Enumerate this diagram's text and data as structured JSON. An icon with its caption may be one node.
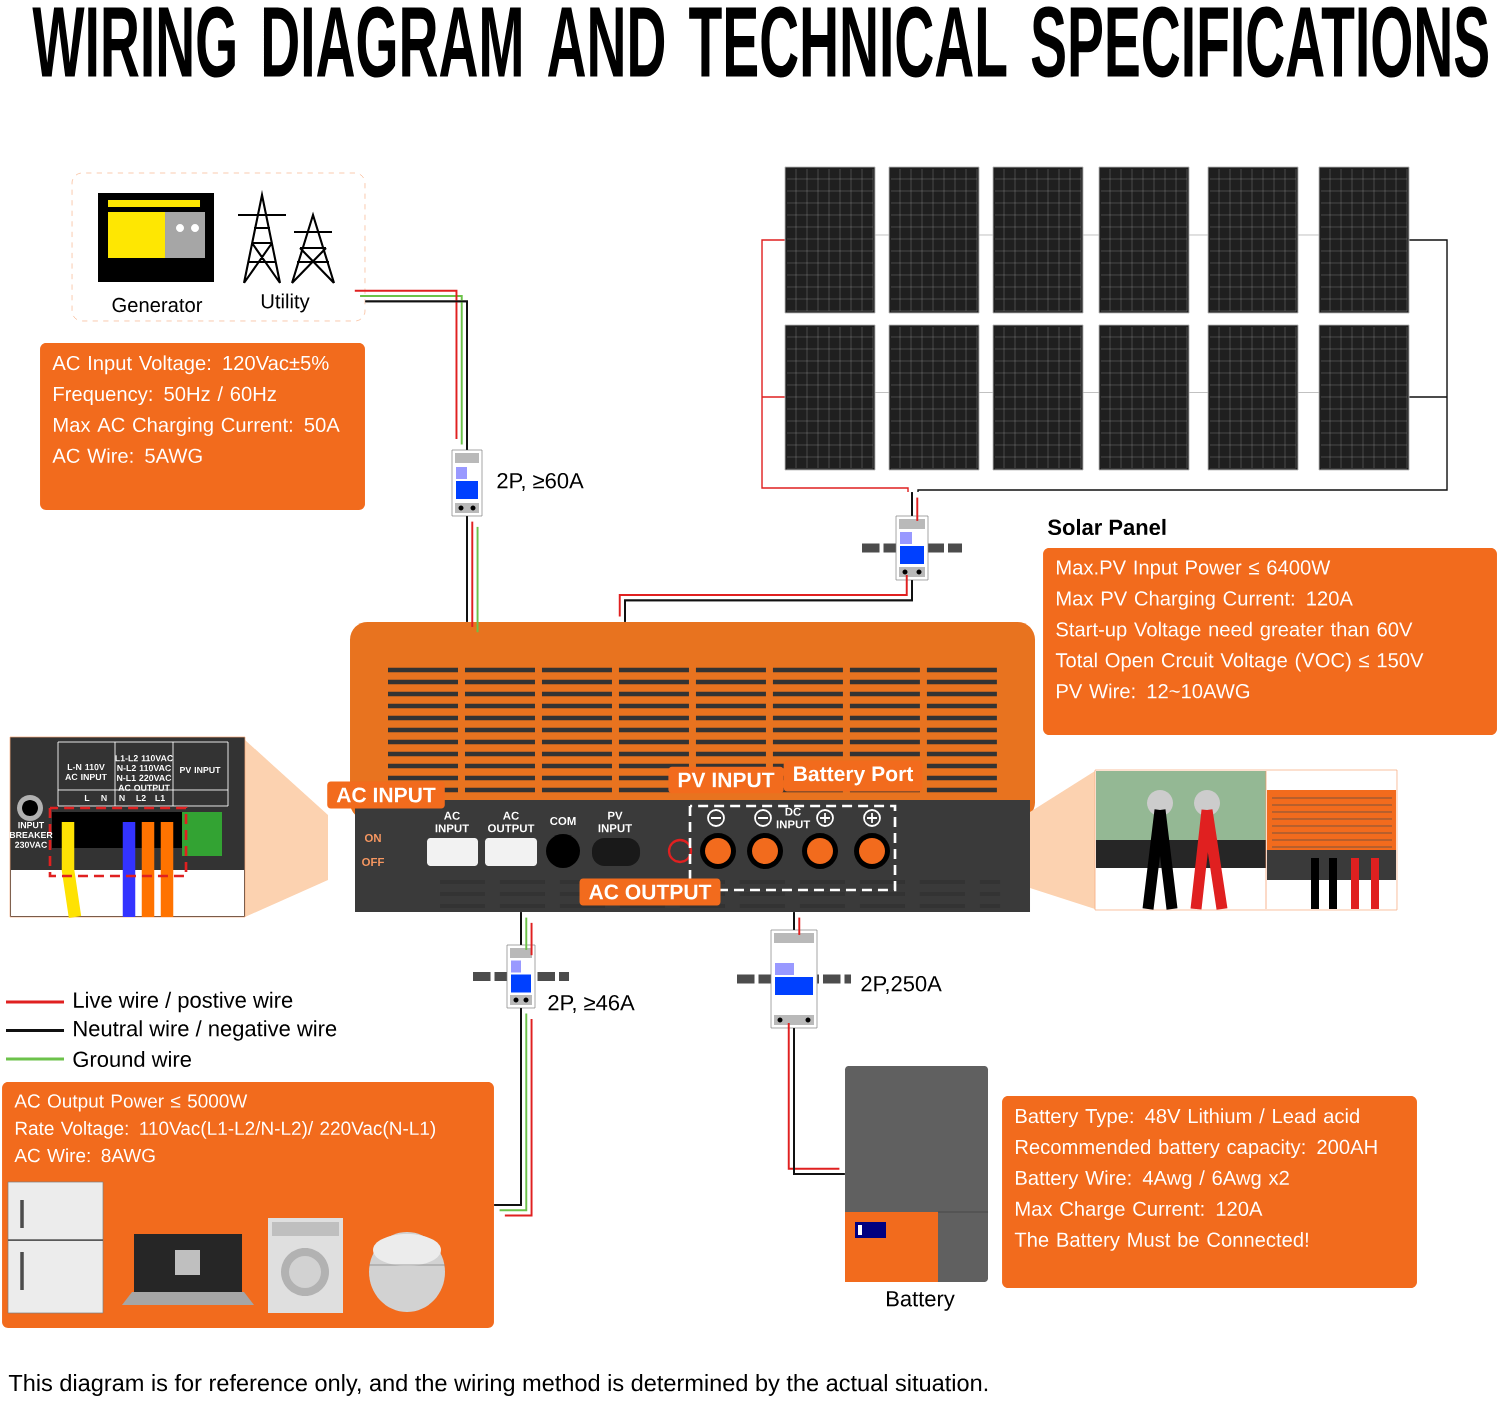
{
  "diagram": {
    "title": "WIRING DIAGRAM AND TECHNICAL SPECIFICATIONS",
    "caption": "This diagram is for reference only, and the wiring method is determined by the actual situation.",
    "nodes": [
      {
        "text": [
          "Generator",
          "Utility"
        ]
      },
      {
        "text": [
          "AC Input Voltage: 120Vac±5%",
          "Frequency: 50Hz / 60Hz",
          "Max AC Charging Current: 50A",
          "AC Wire: 5AWG"
        ]
      },
      {
        "text": [],
        "shape": "picture"
      },
      {
        "text": [],
        "shape": "picture",
        "beside": [
          "2P, ≥60A"
        ]
      },
      {
        "text": [],
        "shape": "picture"
      },
      {
        "text": [
          "Max.PV Input Power ≤ 6400W",
          "Max PV Charging Current: 120A",
          "Start-up Voltage need greater than 60V",
          "Total Open Crcuit Voltage (VOC) ≤ 150V",
          "PV Wire: 12~10AWG"
        ]
      },
      {
        "text": [],
        "shape": "picture"
      },
      {
        "text": [],
        "shape": "picture"
      },
      {
        "text": [],
        "shape": "picture"
      },
      {
        "text": [],
        "shape": "picture",
        "beside": [
          "2P, ≥46A"
        ]
      },
      {
        "text": [],
        "shape": "picture",
        "beside": [
          "2P,250A"
        ]
      },
      {
        "text": [
          "AC Output Power ≤ 5000W",
          "Rate Voltage: 110Vac(L1-L2/N-L2)/ 220Vac(N-L1)",
          "AC Wire: 8AWG"
        ]
      },
      {
        "text": [],
        "shape": "picture",
        "beside": [
          "Battery"
        ]
      },
      {
        "text": [
          "Battery Type: 48V Lithium / Lead acid",
          "Recommended battery capacity: 200AH",
          "Battery Wire: 4Awg / 6Awg x2",
          "Max Charge Current: 120A",
          "The Battery Must be Connected!"
        ]
      }
    ],
    "edges": [
      {
        "from": 0,
        "to": 3,
        "arrow": "none"
      },
      {
        "from": 3,
        "to": 7,
        "arrow": "none"
      },
      {
        "from": 2,
        "to": 4,
        "arrow": "none"
      },
      {
        "from": 4,
        "to": 7,
        "arrow": "none"
      },
      {
        "from": 7,
        "to": 9,
        "arrow": "none"
      },
      {
        "from": 9,
        "to": 11,
        "arrow": "none"
      },
      {
        "from": 7,
        "to": 10,
        "arrow": "none"
      },
      {
        "from": 10,
        "to": 12,
        "arrow": "none"
      }
    ],
    "labels": [
      "Solar Panel",
      "L-N 110V AC INPUT",
      "L1-L2 110VAC N-L2 110VAC N-L1 220VAC AC OUTPUT",
      "PV INPUT",
      "L",
      "N",
      "N",
      "L2",
      "L1",
      "INPUT BREAKER 230VAC",
      "AC INPUT",
      "PV INPUT",
      "Battery Port",
      "AC INPUT",
      "AC OUTPUT",
      "COM",
      "PV INPUT",
      "DC INPUT",
      "ON",
      "OFF",
      "AC OUTPUT"
    ],
    "legend": [
      {
        "text": "Live wire / postive wire",
        "color": "#e02020"
      },
      {
        "text": "Neutral wire / negative wire",
        "color": "#111111"
      },
      {
        "text": "Ground wire",
        "color": "#6cc24a"
      }
    ]
  }
}
